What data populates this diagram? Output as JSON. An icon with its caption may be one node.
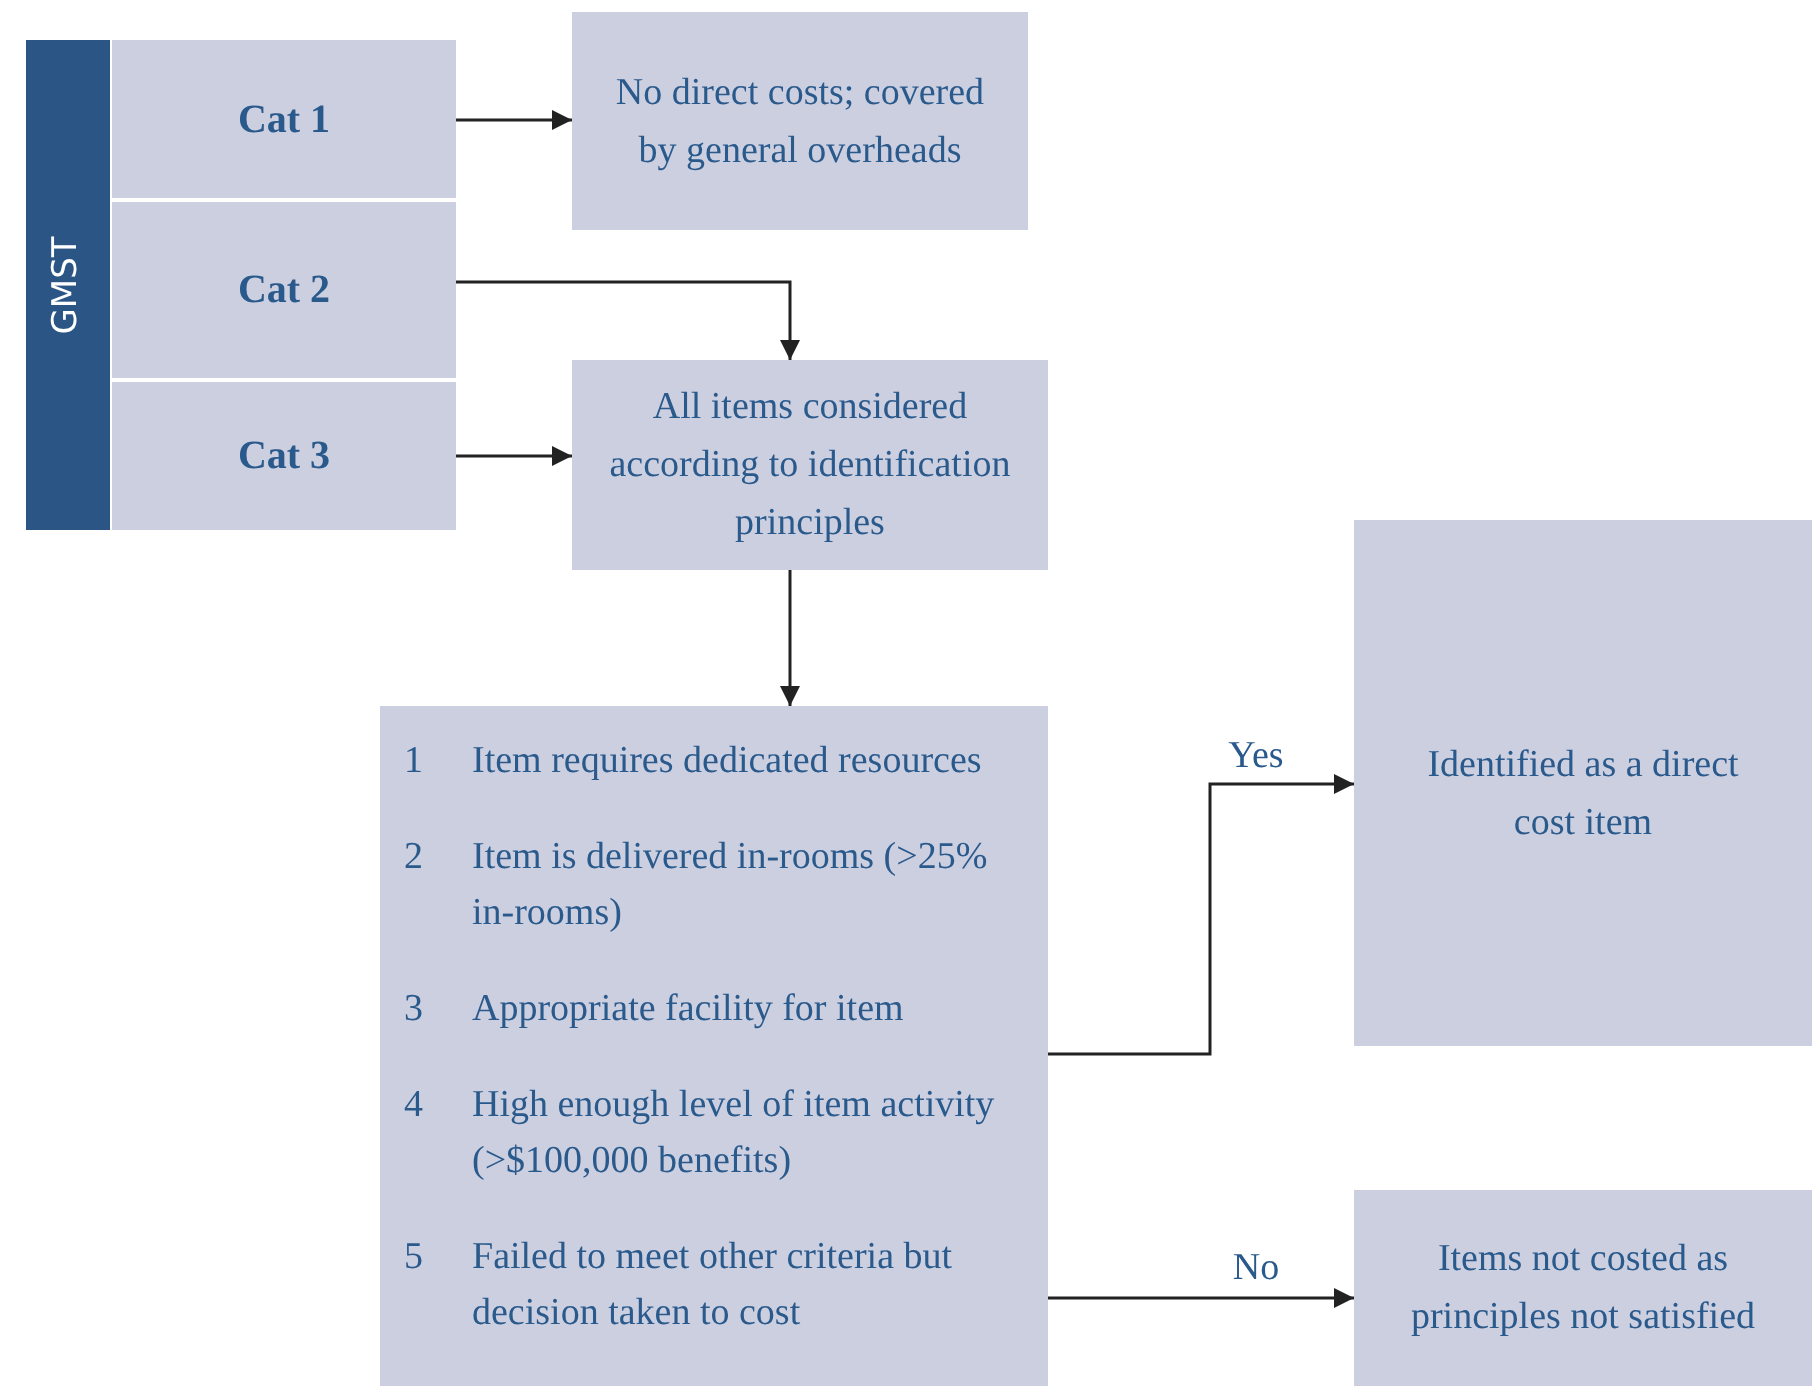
{
  "diagram": {
    "nodes": [
      {
        "text": [
          "GMST"
        ]
      },
      {
        "text": [
          "Cat 1"
        ]
      },
      {
        "text": [
          "Cat 2"
        ]
      },
      {
        "text": [
          "Cat 3"
        ]
      },
      {
        "text": [
          "No direct costs; covered by general overheads"
        ]
      },
      {
        "text": [
          "All items considered according to identification principles"
        ]
      },
      {
        "text": [
          "1",
          "Item requires dedicated resources",
          "2",
          "Item is delivered in-rooms (>25% in-rooms)",
          "3",
          "Appropriate facility for item",
          "4",
          "High enough level of item activity (>$100,000 benefits)",
          "5",
          "Failed to meet other criteria but decision taken to cost"
        ]
      },
      {
        "text": [
          "Identified as a direct cost item"
        ]
      },
      {
        "text": [
          "Items not costed as principles not satisfied"
        ]
      }
    ],
    "edges": [
      {
        "from": 1,
        "to": 4,
        "arrow": "to"
      },
      {
        "from": 2,
        "to": 5,
        "arrow": "to"
      },
      {
        "from": 3,
        "to": 5,
        "arrow": "to"
      },
      {
        "from": 5,
        "to": 6,
        "arrow": "to"
      },
      {
        "from": 6,
        "to": 7,
        "arrow": "to",
        "label": "Yes"
      },
      {
        "from": 6,
        "to": 8,
        "arrow": "to",
        "label": "No"
      }
    ]
  }
}
